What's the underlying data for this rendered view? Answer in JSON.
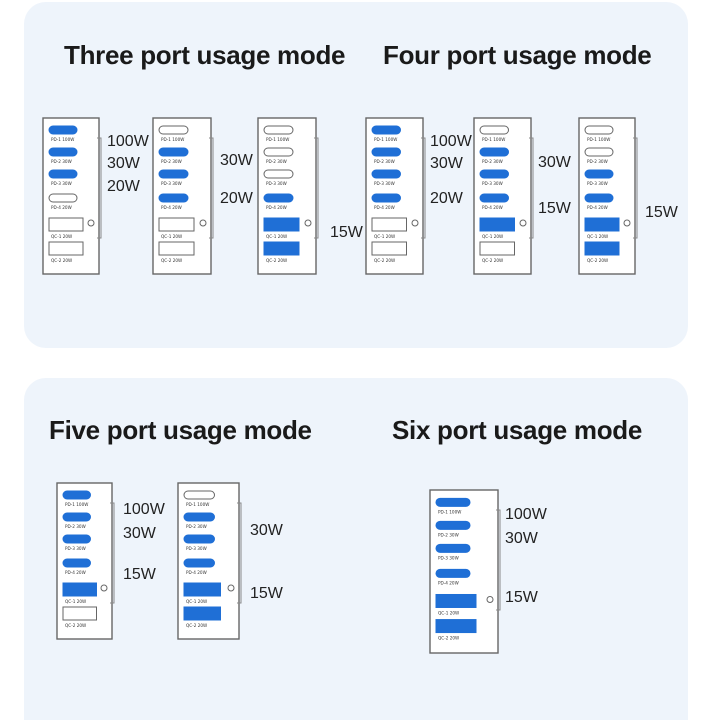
{
  "sections": [
    {
      "key": "three",
      "title": "Three port usage mode",
      "chargers": [
        {
          "ports": [
            {
              "label": "PD-1 100W",
              "active": true
            },
            {
              "label": "PD-2 30W",
              "active": true
            },
            {
              "label": "PD-3 30W",
              "active": true
            },
            {
              "label": "PD-4 20W",
              "active": false
            },
            {
              "label": "QC-1 20W",
              "active": false
            },
            {
              "label": "QC-2 20W",
              "active": false
            }
          ],
          "callouts": [
            {
              "text": "100W"
            },
            {
              "text": "30W"
            },
            {
              "text": "20W"
            }
          ]
        },
        {
          "ports": [
            {
              "label": "PD-1 100W",
              "active": false
            },
            {
              "label": "PD-2 30W",
              "active": true
            },
            {
              "label": "PD-3 30W",
              "active": true
            },
            {
              "label": "PD-4 20W",
              "active": true
            },
            {
              "label": "QC-1 20W",
              "active": false
            },
            {
              "label": "QC-2 20W",
              "active": false
            }
          ],
          "callouts": [
            {
              "text": "30W"
            },
            {
              "text": "20W"
            }
          ]
        },
        {
          "ports": [
            {
              "label": "PD-1 100W",
              "active": false
            },
            {
              "label": "PD-2 30W",
              "active": false
            },
            {
              "label": "PD-3 30W",
              "active": false
            },
            {
              "label": "PD-4 20W",
              "active": true
            },
            {
              "label": "QC-1 20W",
              "active": true
            },
            {
              "label": "QC-2 20W",
              "active": true
            }
          ],
          "callouts": [
            {
              "text": "15W"
            }
          ]
        }
      ]
    },
    {
      "key": "four",
      "title": "Four port usage mode",
      "chargers": [
        {
          "ports": [
            {
              "label": "PD-1 100W",
              "active": true
            },
            {
              "label": "PD-2 30W",
              "active": true
            },
            {
              "label": "PD-3 30W",
              "active": true
            },
            {
              "label": "PD-4 20W",
              "active": true
            },
            {
              "label": "QC-1 20W",
              "active": false
            },
            {
              "label": "QC-2 20W",
              "active": false
            }
          ],
          "callouts": [
            {
              "text": "100W"
            },
            {
              "text": "30W"
            },
            {
              "text": "20W"
            }
          ]
        },
        {
          "ports": [
            {
              "label": "PD-1 100W",
              "active": false
            },
            {
              "label": "PD-2 30W",
              "active": true
            },
            {
              "label": "PD-3 30W",
              "active": true
            },
            {
              "label": "PD-4 20W",
              "active": true
            },
            {
              "label": "QC-1 20W",
              "active": true
            },
            {
              "label": "QC-2 20W",
              "active": false
            }
          ],
          "callouts": [
            {
              "text": "30W"
            },
            {
              "text": "15W"
            }
          ]
        },
        {
          "ports": [
            {
              "label": "PD-1 100W",
              "active": false
            },
            {
              "label": "PD-2 30W",
              "active": false
            },
            {
              "label": "PD-3 30W",
              "active": true
            },
            {
              "label": "PD-4 20W",
              "active": true
            },
            {
              "label": "QC-1 20W",
              "active": true
            },
            {
              "label": "QC-2 20W",
              "active": true
            }
          ],
          "callouts": [
            {
              "text": "15W"
            }
          ]
        }
      ]
    },
    {
      "key": "five",
      "title": "Five port usage mode",
      "chargers": [
        {
          "ports": [
            {
              "label": "PD-1 100W",
              "active": true
            },
            {
              "label": "PD-2 30W",
              "active": true
            },
            {
              "label": "PD-3 30W",
              "active": true
            },
            {
              "label": "PD-4 20W",
              "active": true
            },
            {
              "label": "QC-1 20W",
              "active": true
            },
            {
              "label": "QC-2 20W",
              "active": false
            }
          ],
          "callouts": [
            {
              "text": "100W"
            },
            {
              "text": "30W"
            },
            {
              "text": "15W"
            }
          ]
        },
        {
          "ports": [
            {
              "label": "PD-1 100W",
              "active": false
            },
            {
              "label": "PD-2 30W",
              "active": true
            },
            {
              "label": "PD-3 30W",
              "active": true
            },
            {
              "label": "PD-4 20W",
              "active": true
            },
            {
              "label": "QC-1 20W",
              "active": true
            },
            {
              "label": "QC-2 20W",
              "active": true
            }
          ],
          "callouts": [
            {
              "text": "30W"
            },
            {
              "text": "15W"
            }
          ]
        }
      ]
    },
    {
      "key": "six",
      "title": "Six port usage mode",
      "chargers": [
        {
          "ports": [
            {
              "label": "PD-1 100W",
              "active": true
            },
            {
              "label": "PD-2 30W",
              "active": true
            },
            {
              "label": "PD-3 30W",
              "active": true
            },
            {
              "label": "PD-4 20W",
              "active": true
            },
            {
              "label": "QC-1 20W",
              "active": true
            },
            {
              "label": "QC-2 20W",
              "active": true
            }
          ],
          "callouts": [
            {
              "text": "100W"
            },
            {
              "text": "30W"
            },
            {
              "text": "15W"
            }
          ]
        }
      ]
    }
  ],
  "colors": {
    "active": "#1f6fd6",
    "inactive_fill": "#ffffff",
    "outline": "#666666",
    "panel": "#eef4fb",
    "title": "#1a1a1a",
    "label": "#333333"
  },
  "icons": [
    "usb-c-port-icon",
    "usb-a-port-icon"
  ]
}
